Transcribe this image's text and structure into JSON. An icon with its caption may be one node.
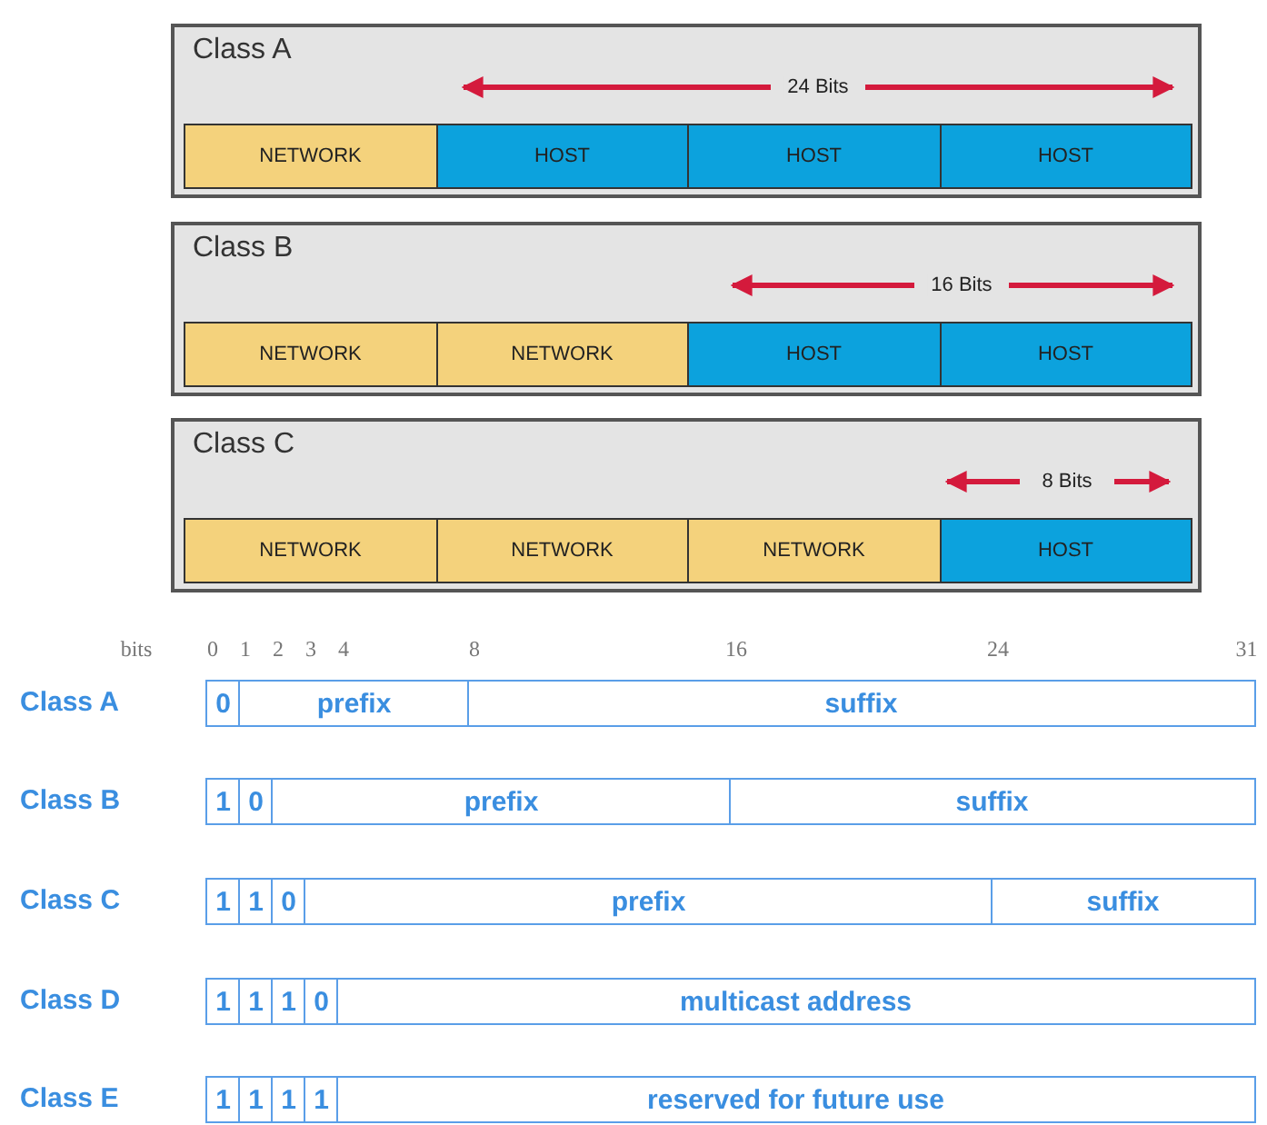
{
  "diagram": {
    "nodes": [
      {
        "text": [
          "Class A"
        ]
      },
      {
        "text": [
          "NETWORK"
        ],
        "in": 0
      },
      {
        "text": [
          "HOST"
        ],
        "in": 0
      },
      {
        "text": [
          "HOST"
        ],
        "in": 0
      },
      {
        "text": [
          "HOST"
        ],
        "in": 0
      },
      {
        "text": [
          "Class B"
        ]
      },
      {
        "text": [
          "NETWORK"
        ],
        "in": 5
      },
      {
        "text": [
          "NETWORK"
        ],
        "in": 5
      },
      {
        "text": [
          "HOST"
        ],
        "in": 5
      },
      {
        "text": [
          "HOST"
        ],
        "in": 5
      },
      {
        "text": [
          "Class C"
        ]
      },
      {
        "text": [
          "NETWORK"
        ],
        "in": 10
      },
      {
        "text": [
          "NETWORK"
        ],
        "in": 10
      },
      {
        "text": [
          "NETWORK"
        ],
        "in": 10
      },
      {
        "text": [
          "HOST"
        ],
        "in": 10
      },
      {
        "text": [
          "0"
        ]
      },
      {
        "text": [
          "prefix"
        ]
      },
      {
        "text": [
          "suffix"
        ]
      },
      {
        "text": [
          "1"
        ]
      },
      {
        "text": [
          "0"
        ]
      },
      {
        "text": [
          "prefix"
        ]
      },
      {
        "text": [
          "suffix"
        ]
      },
      {
        "text": [
          "1"
        ]
      },
      {
        "text": [
          "1"
        ]
      },
      {
        "text": [
          "0"
        ]
      },
      {
        "text": [
          "prefix"
        ]
      },
      {
        "text": [
          "suffix"
        ]
      },
      {
        "text": [
          "1"
        ]
      },
      {
        "text": [
          "1"
        ]
      },
      {
        "text": [
          "1"
        ]
      },
      {
        "text": [
          "0"
        ]
      },
      {
        "text": [
          "multicast address"
        ]
      },
      {
        "text": [
          "1"
        ]
      },
      {
        "text": [
          "1"
        ]
      },
      {
        "text": [
          "1"
        ]
      },
      {
        "text": [
          "1"
        ]
      },
      {
        "text": [
          "reserved for future use"
        ]
      }
    ],
    "labels": [
      "24 Bits",
      "16 Bits",
      "8 Bits",
      "bits",
      "0",
      "1",
      "2",
      "3",
      "4",
      "8",
      "16",
      "24",
      "31",
      "Class A",
      "Class B",
      "Class C",
      "Class D",
      "Class E"
    ]
  }
}
